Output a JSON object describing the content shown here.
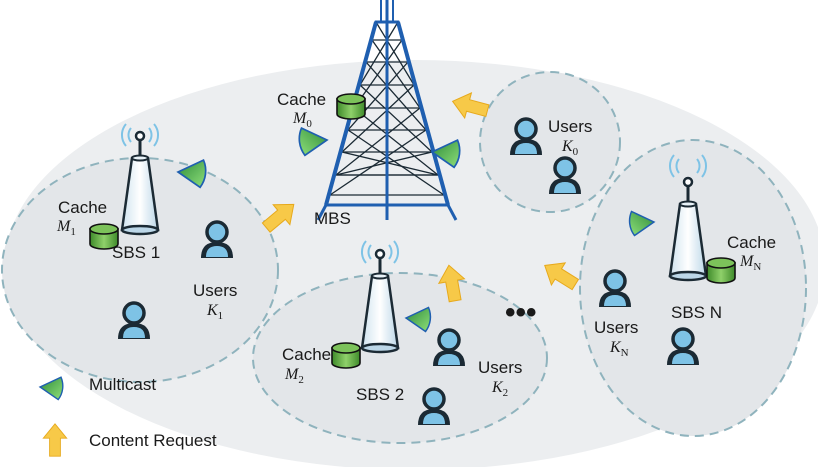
{
  "diagram": {
    "mbs": {
      "label": "MBS",
      "cache_label": "Cache",
      "cache_set": "M",
      "cache_sub": "0"
    },
    "cells": [
      {
        "id": "mbs-users",
        "users_label": "Users",
        "users_set": "K",
        "users_sub": "0"
      },
      {
        "id": "sbs1",
        "label": "SBS 1",
        "cache_label": "Cache",
        "cache_set": "M",
        "cache_sub": "1",
        "users_label": "Users",
        "users_set": "K",
        "users_sub": "1"
      },
      {
        "id": "sbs2",
        "label": "SBS 2",
        "cache_label": "Cache",
        "cache_set": "M",
        "cache_sub": "2",
        "users_label": "Users",
        "users_set": "K",
        "users_sub": "2"
      },
      {
        "id": "sbsn",
        "label": "SBS N",
        "cache_label": "Cache",
        "cache_set": "M",
        "cache_sub": "N",
        "users_label": "Users",
        "users_set": "K",
        "users_sub": "N"
      }
    ],
    "ellipsis": "•••",
    "legend": [
      {
        "icon": "multicast-icon",
        "label": "Multicast"
      },
      {
        "icon": "content-request-arrow-icon",
        "label": "Content Request"
      }
    ],
    "colors": {
      "background_ellipse": "#eceef0",
      "cell_border": "#8fb3bd",
      "tower": "#1f5fb0",
      "cache": "#5a9e3a",
      "user_head": "#7ec3e6",
      "user_outline": "#1b2a34",
      "multicast": "#4caf50",
      "arrow": "#f7c948"
    }
  }
}
